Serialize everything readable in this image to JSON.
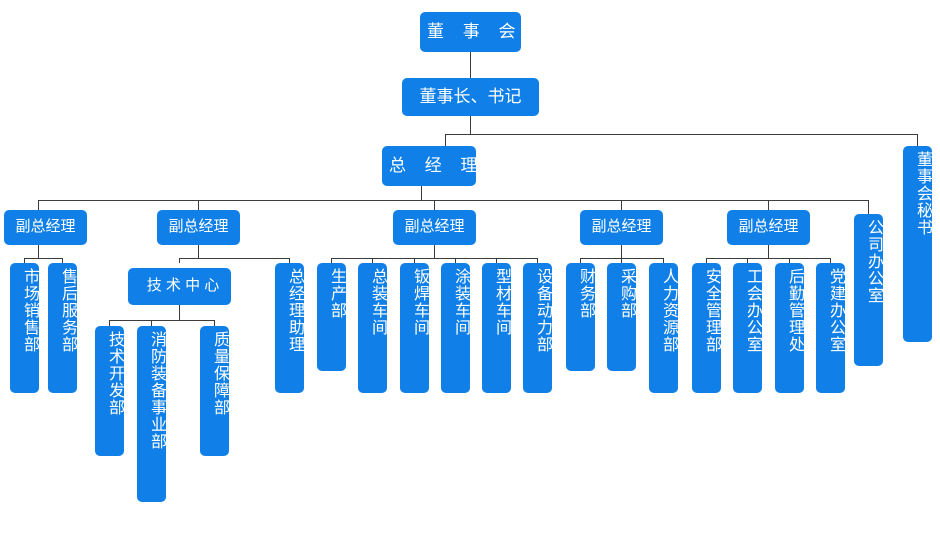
{
  "meta": {
    "title": "公司组织架构图",
    "box_color": "#1080e8",
    "text_color": "#ffffff",
    "line_color": "#3c3c3c",
    "background": "#ffffff"
  },
  "nodes": {
    "board": "董 事 会",
    "chairman": "董事长、书记",
    "board_secretary": "董事会秘书",
    "gm": "总 经 理",
    "company_office": "公司办公室",
    "dgm1": "副总经理",
    "dgm2": "副总经理",
    "dgm3": "副总经理",
    "dgm4": "副总经理",
    "dgm5": "副总经理",
    "market_sales": "市场销售部",
    "after_sales": "售后服务部",
    "tech_center": "技 术 中 心",
    "gm_assistant": "总经理助理",
    "tech_dev": "技术开发部",
    "fire_equipment": "消防装备事业部",
    "quality_assurance": "质量保障部",
    "production": "生产部",
    "assembly_shop": "总装车间",
    "welding_shop": "钣焊车间",
    "painting_shop": "涂装车间",
    "profile_shop": "型材车间",
    "equipment_power": "设备动力部",
    "finance": "财务部",
    "purchasing": "采购部",
    "human_resources": "人力资源部",
    "safety_management": "安全管理部",
    "union_office": "工会办公室",
    "logistics": "后勤管理处",
    "party_office": "党建办公室"
  },
  "hierarchy": {
    "root": "board",
    "edges": [
      [
        "board",
        "chairman"
      ],
      [
        "chairman",
        "gm"
      ],
      [
        "chairman",
        "board_secretary"
      ],
      [
        "gm",
        "dgm1"
      ],
      [
        "gm",
        "dgm2"
      ],
      [
        "gm",
        "dgm3"
      ],
      [
        "gm",
        "dgm4"
      ],
      [
        "gm",
        "dgm5"
      ],
      [
        "gm",
        "company_office"
      ],
      [
        "dgm1",
        "market_sales"
      ],
      [
        "dgm1",
        "after_sales"
      ],
      [
        "dgm2",
        "tech_center"
      ],
      [
        "dgm2",
        "gm_assistant"
      ],
      [
        "tech_center",
        "tech_dev"
      ],
      [
        "tech_center",
        "fire_equipment"
      ],
      [
        "tech_center",
        "quality_assurance"
      ],
      [
        "dgm3",
        "production"
      ],
      [
        "dgm3",
        "assembly_shop"
      ],
      [
        "dgm3",
        "welding_shop"
      ],
      [
        "dgm3",
        "painting_shop"
      ],
      [
        "dgm3",
        "profile_shop"
      ],
      [
        "dgm3",
        "equipment_power"
      ],
      [
        "dgm4",
        "finance"
      ],
      [
        "dgm4",
        "purchasing"
      ],
      [
        "dgm4",
        "human_resources"
      ],
      [
        "dgm5",
        "safety_management"
      ],
      [
        "dgm5",
        "union_office"
      ],
      [
        "dgm5",
        "logistics"
      ],
      [
        "dgm5",
        "party_office"
      ]
    ]
  }
}
